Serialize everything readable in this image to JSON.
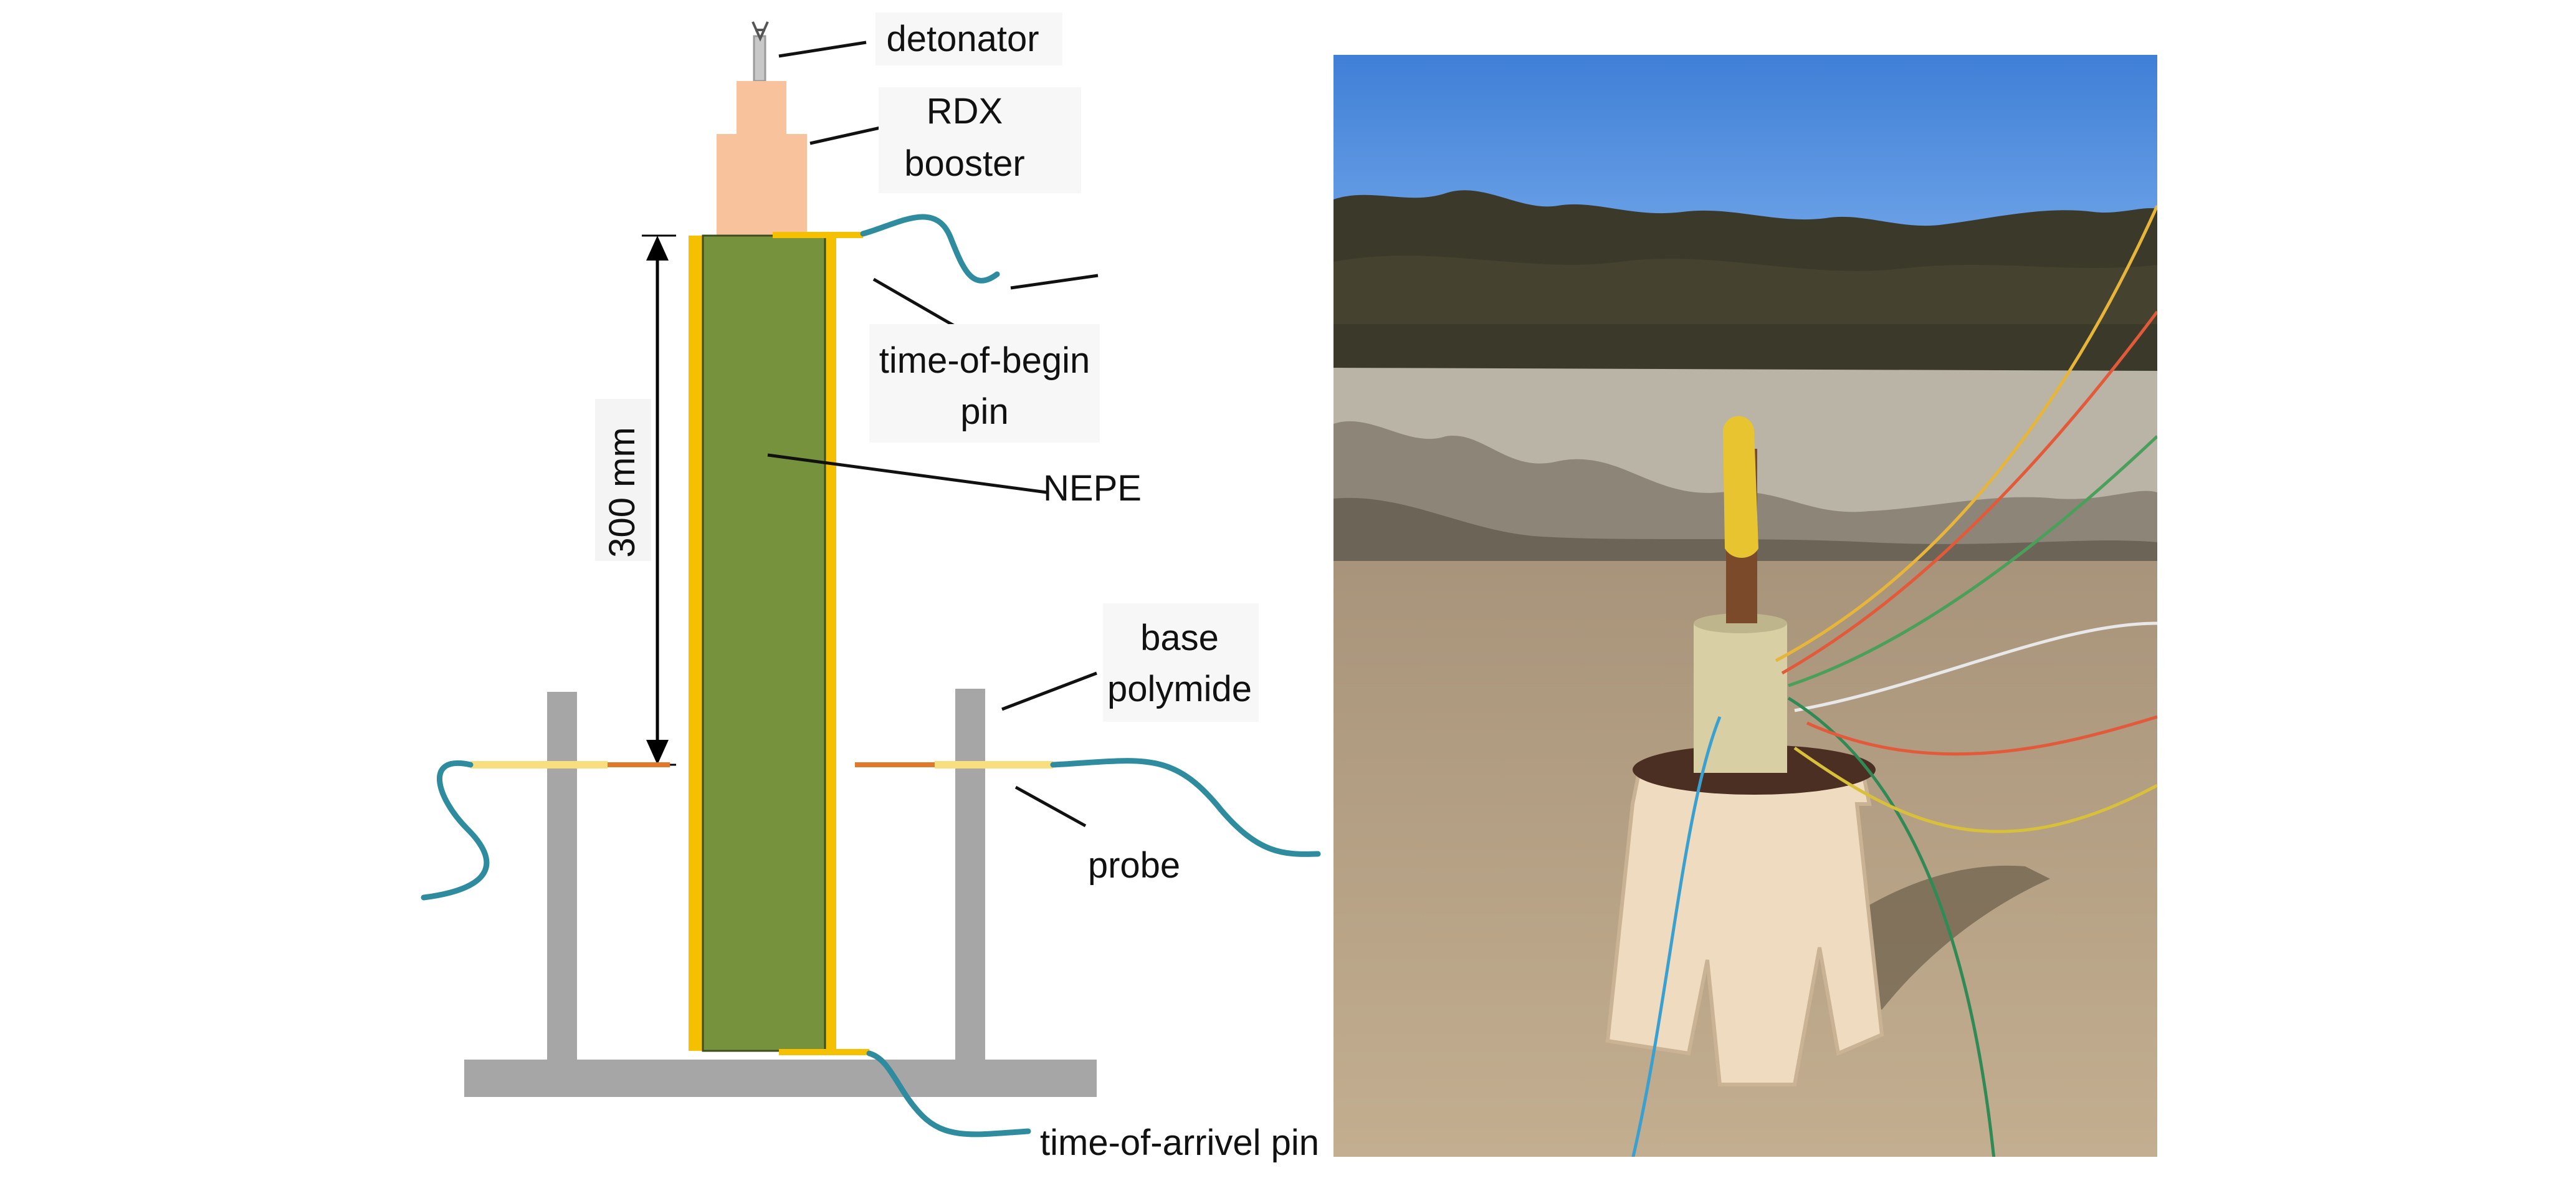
{
  "diagram": {
    "labels": {
      "detonator": "detonator",
      "rdx_line1": "RDX",
      "rdx_line2": "booster",
      "time_begin_line1": "time-of-begin",
      "time_begin_line2": "pin",
      "nepe": "NEPE",
      "base_line1": "base",
      "base_line2": "polymide",
      "probe": "probe",
      "time_arrival": "time-of-arrivel pin",
      "dimension": "300 mm"
    },
    "colors": {
      "charge": "#76923c",
      "case": "#f5c000",
      "booster": "#f8c39c",
      "stand": "#a6a6a6",
      "wire": "#2e8c9e",
      "probe_tip": "#e07a2a",
      "probe_sleeve": "#f8de7e"
    }
  },
  "photo": {
    "description_icon": "photo-of-test-setup",
    "colors": {
      "sky_top": "#3f7fd6",
      "sky_bottom": "#7eb0ee",
      "trees": "#3b3a2a",
      "quarry": "#b9b4a6",
      "ground": "#bca88c"
    }
  }
}
